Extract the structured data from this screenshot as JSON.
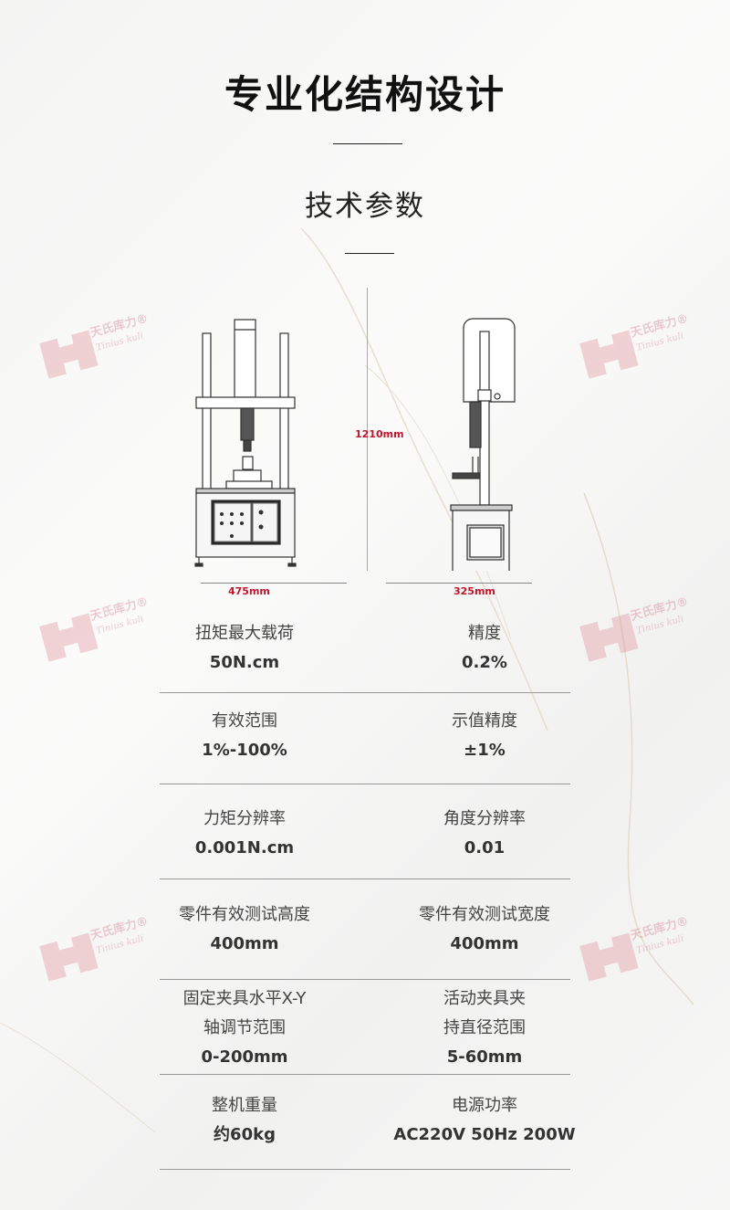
{
  "header": {
    "title": "专业化结构设计",
    "subtitle": "技术参数"
  },
  "watermark": {
    "brand_cn": "天氏库力®",
    "brand_en": "Tinius kuli"
  },
  "dimensions": {
    "height": "1210mm",
    "front_width": "475mm",
    "side_width": "325mm"
  },
  "specs": [
    {
      "left": {
        "label": [
          "扭矩最大载荷"
        ],
        "value": "50N.cm"
      },
      "right": {
        "label": [
          "精度"
        ],
        "value": "0.2%"
      }
    },
    {
      "left": {
        "label": [
          "有效范围"
        ],
        "value": "1%-100%"
      },
      "right": {
        "label": [
          "示值精度"
        ],
        "value": "±1%"
      }
    },
    {
      "left": {
        "label": [
          "力矩分辨率"
        ],
        "value": "0.001N.cm"
      },
      "right": {
        "label": [
          "角度分辨率"
        ],
        "value": "0.01"
      }
    },
    {
      "left": {
        "label": [
          "零件有效测试高度"
        ],
        "value": "400mm"
      },
      "right": {
        "label": [
          "零件有效测试宽度"
        ],
        "value": "400mm"
      }
    },
    {
      "left": {
        "label": [
          "固定夹具水平X-Y",
          "轴调节范围"
        ],
        "value": "0-200mm"
      },
      "right": {
        "label": [
          "活动夹具夹",
          "持直径范围"
        ],
        "value": "5-60mm"
      }
    },
    {
      "left": {
        "label": [
          "整机重量"
        ],
        "value": "约60kg"
      },
      "right": {
        "label": [
          "电源功率"
        ],
        "value": "AC220V 50Hz 200W"
      }
    }
  ],
  "colors": {
    "accent": "#c0152a",
    "watermark": "#e8a0a8"
  }
}
